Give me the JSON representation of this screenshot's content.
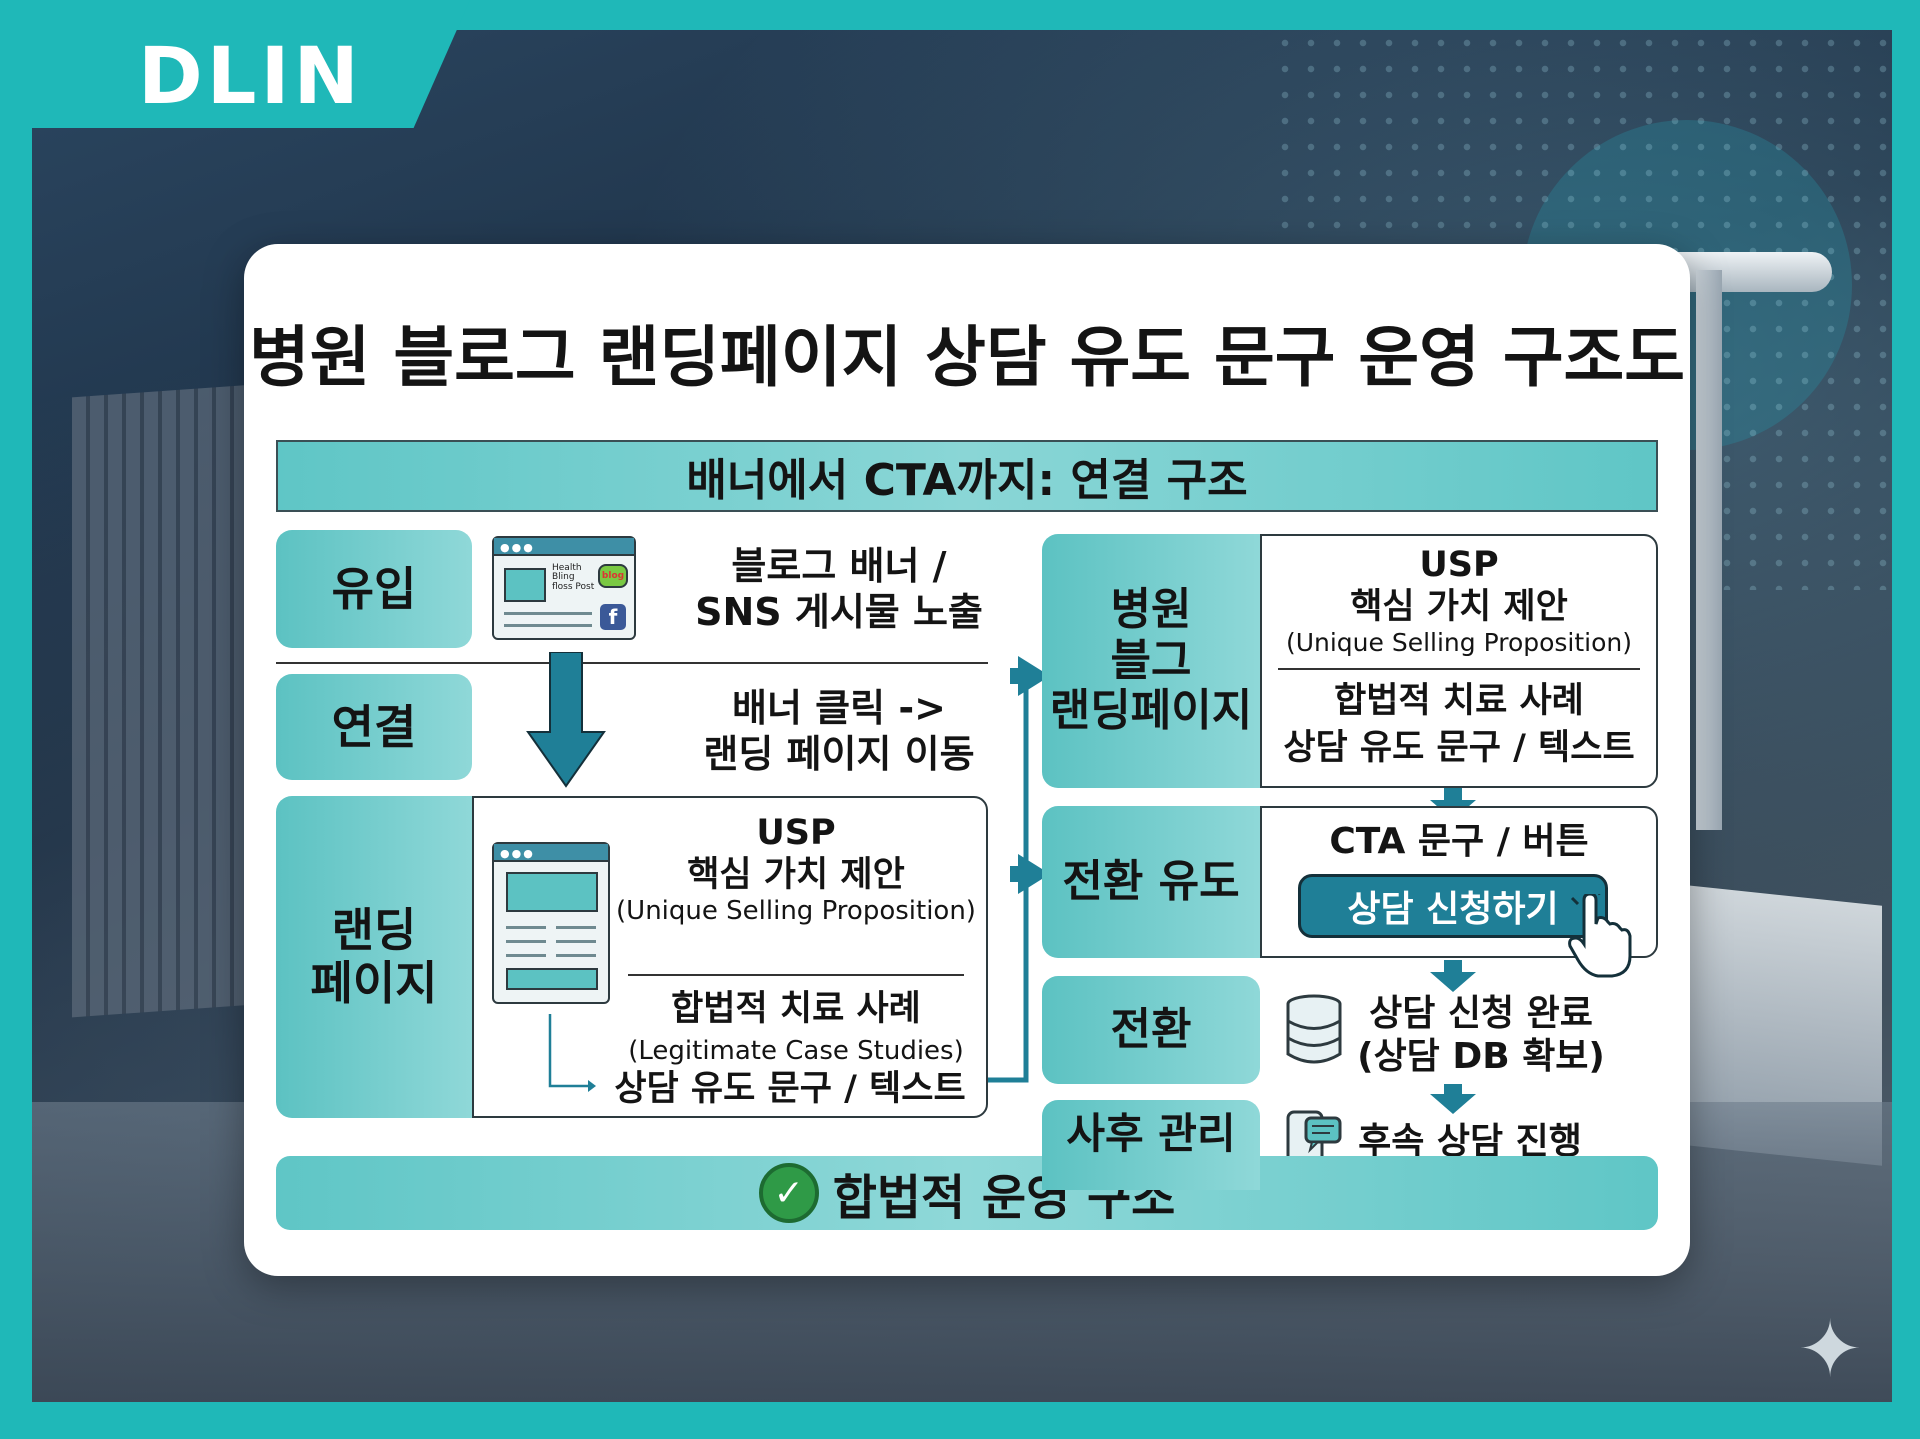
{
  "brand": {
    "logo_text": "DLIN"
  },
  "title": "병원 블로그 랜딩페이지 상담 유도 문구 운영 구조도",
  "subtitle": "배너에서 CTA까지: 연결 구조",
  "left": {
    "stage1": {
      "label": "유입",
      "text_line1": "블로그 배너 /",
      "text_line2": "SNS 게시물 노출",
      "icon_text": "Health Bling floss Post",
      "icon_badge": "blog"
    },
    "stage2": {
      "label": "연결",
      "text_line1": "배너 클릭 ->",
      "text_line2": "랜딩 페이지 이동"
    },
    "stage3": {
      "label_line1": "랜딩",
      "label_line2": "페이지",
      "usp": "USP",
      "usp_ko": "핵심 가치 제안",
      "usp_en": "(Unique Selling Proposition)",
      "cases": "합법적 치료 사례",
      "cases_en": "(Legitimate Case Studies)",
      "cta_text": "상담 유도 문구 / 텍스트"
    }
  },
  "right": {
    "landing": {
      "label_line1": "병원",
      "label_line2": "블그",
      "label_line3": "랜딩페이지",
      "usp": "USP",
      "usp_ko": "핵심 가치 제안",
      "usp_en": "(Unique Selling Proposition)",
      "cases": "합법적 치료 사례",
      "cta_text": "상담 유도 문구 / 텍스트"
    },
    "conversion_induce": {
      "label": "전환 유도",
      "cta_title": "CTA 문구 / 버튼",
      "button": "상담 신청하기"
    },
    "conversion": {
      "label": "전환",
      "line1": "상담 신청 완료",
      "line2": "(상담 DB 확보)"
    },
    "followup": {
      "label": "사후 관리",
      "text": "후속 상담 진행"
    }
  },
  "footer": {
    "text": "합법적 운영 구조",
    "check": "✓"
  },
  "colors": {
    "teal": "#5cc2c2",
    "teal_light": "#8fd8d8",
    "frame": "#1fb8b8",
    "button": "#1f7f97",
    "arrow": "#1f7f97",
    "check": "#2f9a47"
  }
}
